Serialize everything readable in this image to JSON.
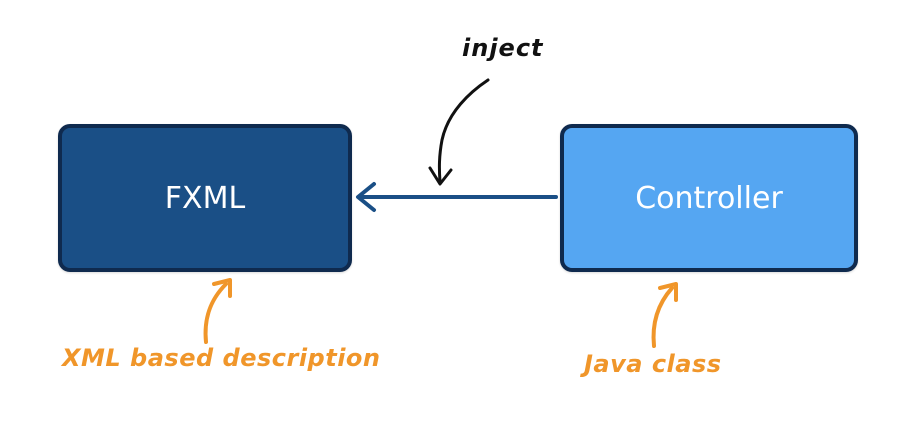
{
  "nodes": {
    "fxml": {
      "label": "FXML",
      "color": "#1a4f86"
    },
    "controller": {
      "label": "Controller",
      "color": "#55a6f2"
    }
  },
  "edge": {
    "label": "inject",
    "color": "#1a4f86"
  },
  "annotations": {
    "fxml_note": "XML based description",
    "controller_note": "Java class",
    "color": "#f0962a"
  },
  "icons": [
    "arrow-left-icon",
    "curved-arrow-down-icon",
    "curved-arrow-up-icon"
  ]
}
